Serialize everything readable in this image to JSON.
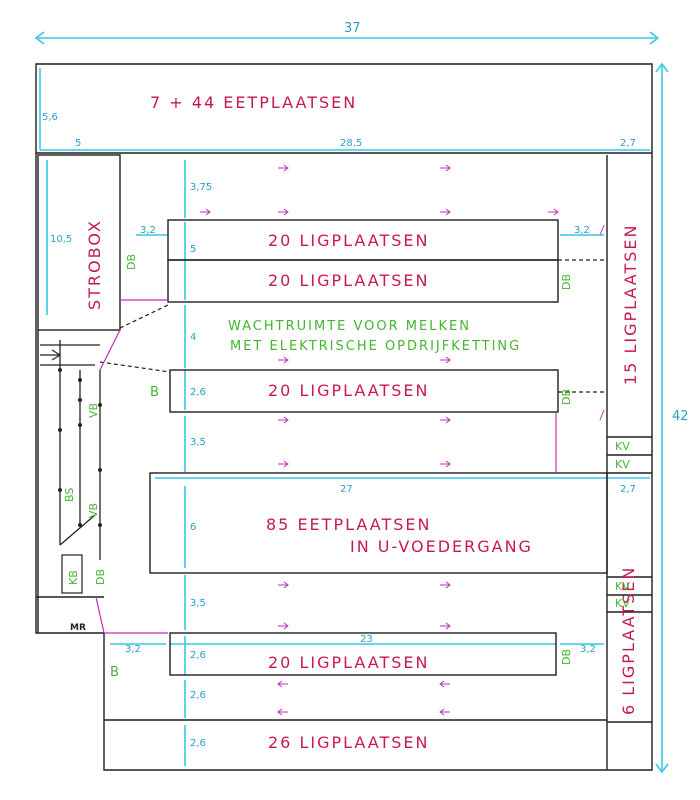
{
  "dimensions": {
    "total_width": "37",
    "total_height": "42",
    "top_zone_height": "5,6",
    "strobox_width": "5",
    "barn_width": "28,5",
    "right_aisle_width": "2,7",
    "aisle_top_height": "3,75",
    "strobox_height": "10,5",
    "cubicle_length": "3,2",
    "cubicle_double_height": "5",
    "waiting_height": "4",
    "cubicle_single_height": "2,6",
    "alley_height": "3,5",
    "feed_width": "27",
    "feed_right_width": "2,7",
    "feed_height": "6",
    "alley_height_lower": "3,5",
    "lower_length": "23",
    "lower_cubicle_length": "3,2",
    "lower_cubicle_length_right": "3,2",
    "lower_a": "2,6",
    "lower_b": "2,6",
    "lower_c": "2,6"
  },
  "areas": {
    "top_feeding": "7 + 44 EETPLAATSEN",
    "strobox": "STROBOX",
    "cubicles_1": "20 LIGPLAATSEN",
    "cubicles_2": "20 LIGPLAATSEN",
    "waiting_line1": "WACHTRUIMTE VOOR MELKEN",
    "waiting_line2": "MET ELEKTRISCHE OPDRIJFKETTING",
    "cubicles_3": "20 LIGPLAATSEN",
    "right_cubicles": "15 LIGPLAATSEN",
    "feed_line1": "85 EETPLAATSEN",
    "feed_line2": "IN U-VOEDERGANG",
    "cubicles_4": "20 LIGPLAATSEN",
    "right_cubicles_lower": "6 LIGPLAATSEN",
    "cubicles_5": "26 LIGPLAATSEN"
  },
  "markers": {
    "db": "DB",
    "b": "B",
    "kv": "KV",
    "bs": "BS",
    "vb": "VB",
    "kb": "KB",
    "mr": "MR"
  },
  "colors": {
    "wall": "#1f1f1f",
    "dimension": "#38c6e6",
    "area_label": "#c8194e",
    "annotation": "#43b52f",
    "flow_arrow": "#c22eb9"
  }
}
